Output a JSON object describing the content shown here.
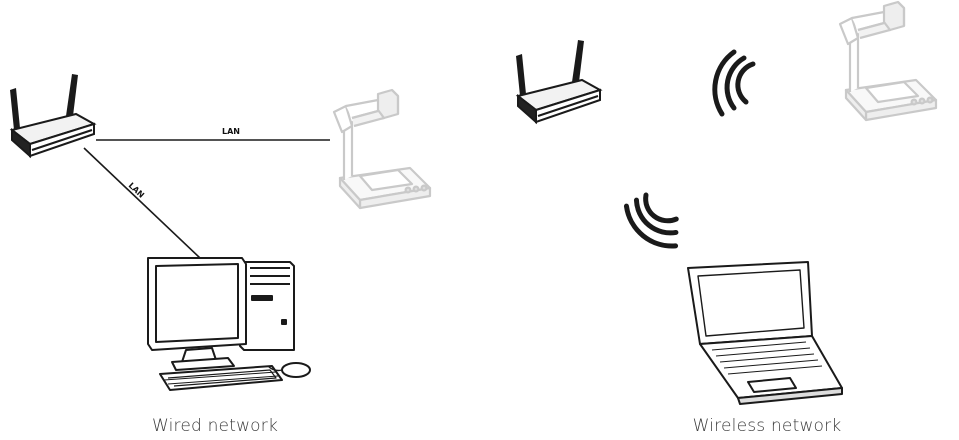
{
  "wired": {
    "caption": "Wired network",
    "link_label_router_camera": "LAN",
    "link_label_router_pc": "LAN"
  },
  "wireless": {
    "caption": "Wireless network"
  },
  "icons": {
    "router": "wifi-router-icon",
    "document_camera": "document-camera-icon",
    "desktop_pc": "desktop-computer-icon",
    "laptop": "laptop-icon",
    "signal_waves": "wireless-signal-icon"
  },
  "colors": {
    "device_outline": "#1a1a1a",
    "faded_device": "#c8c8c8",
    "caption_text": "#3a3a3a"
  }
}
